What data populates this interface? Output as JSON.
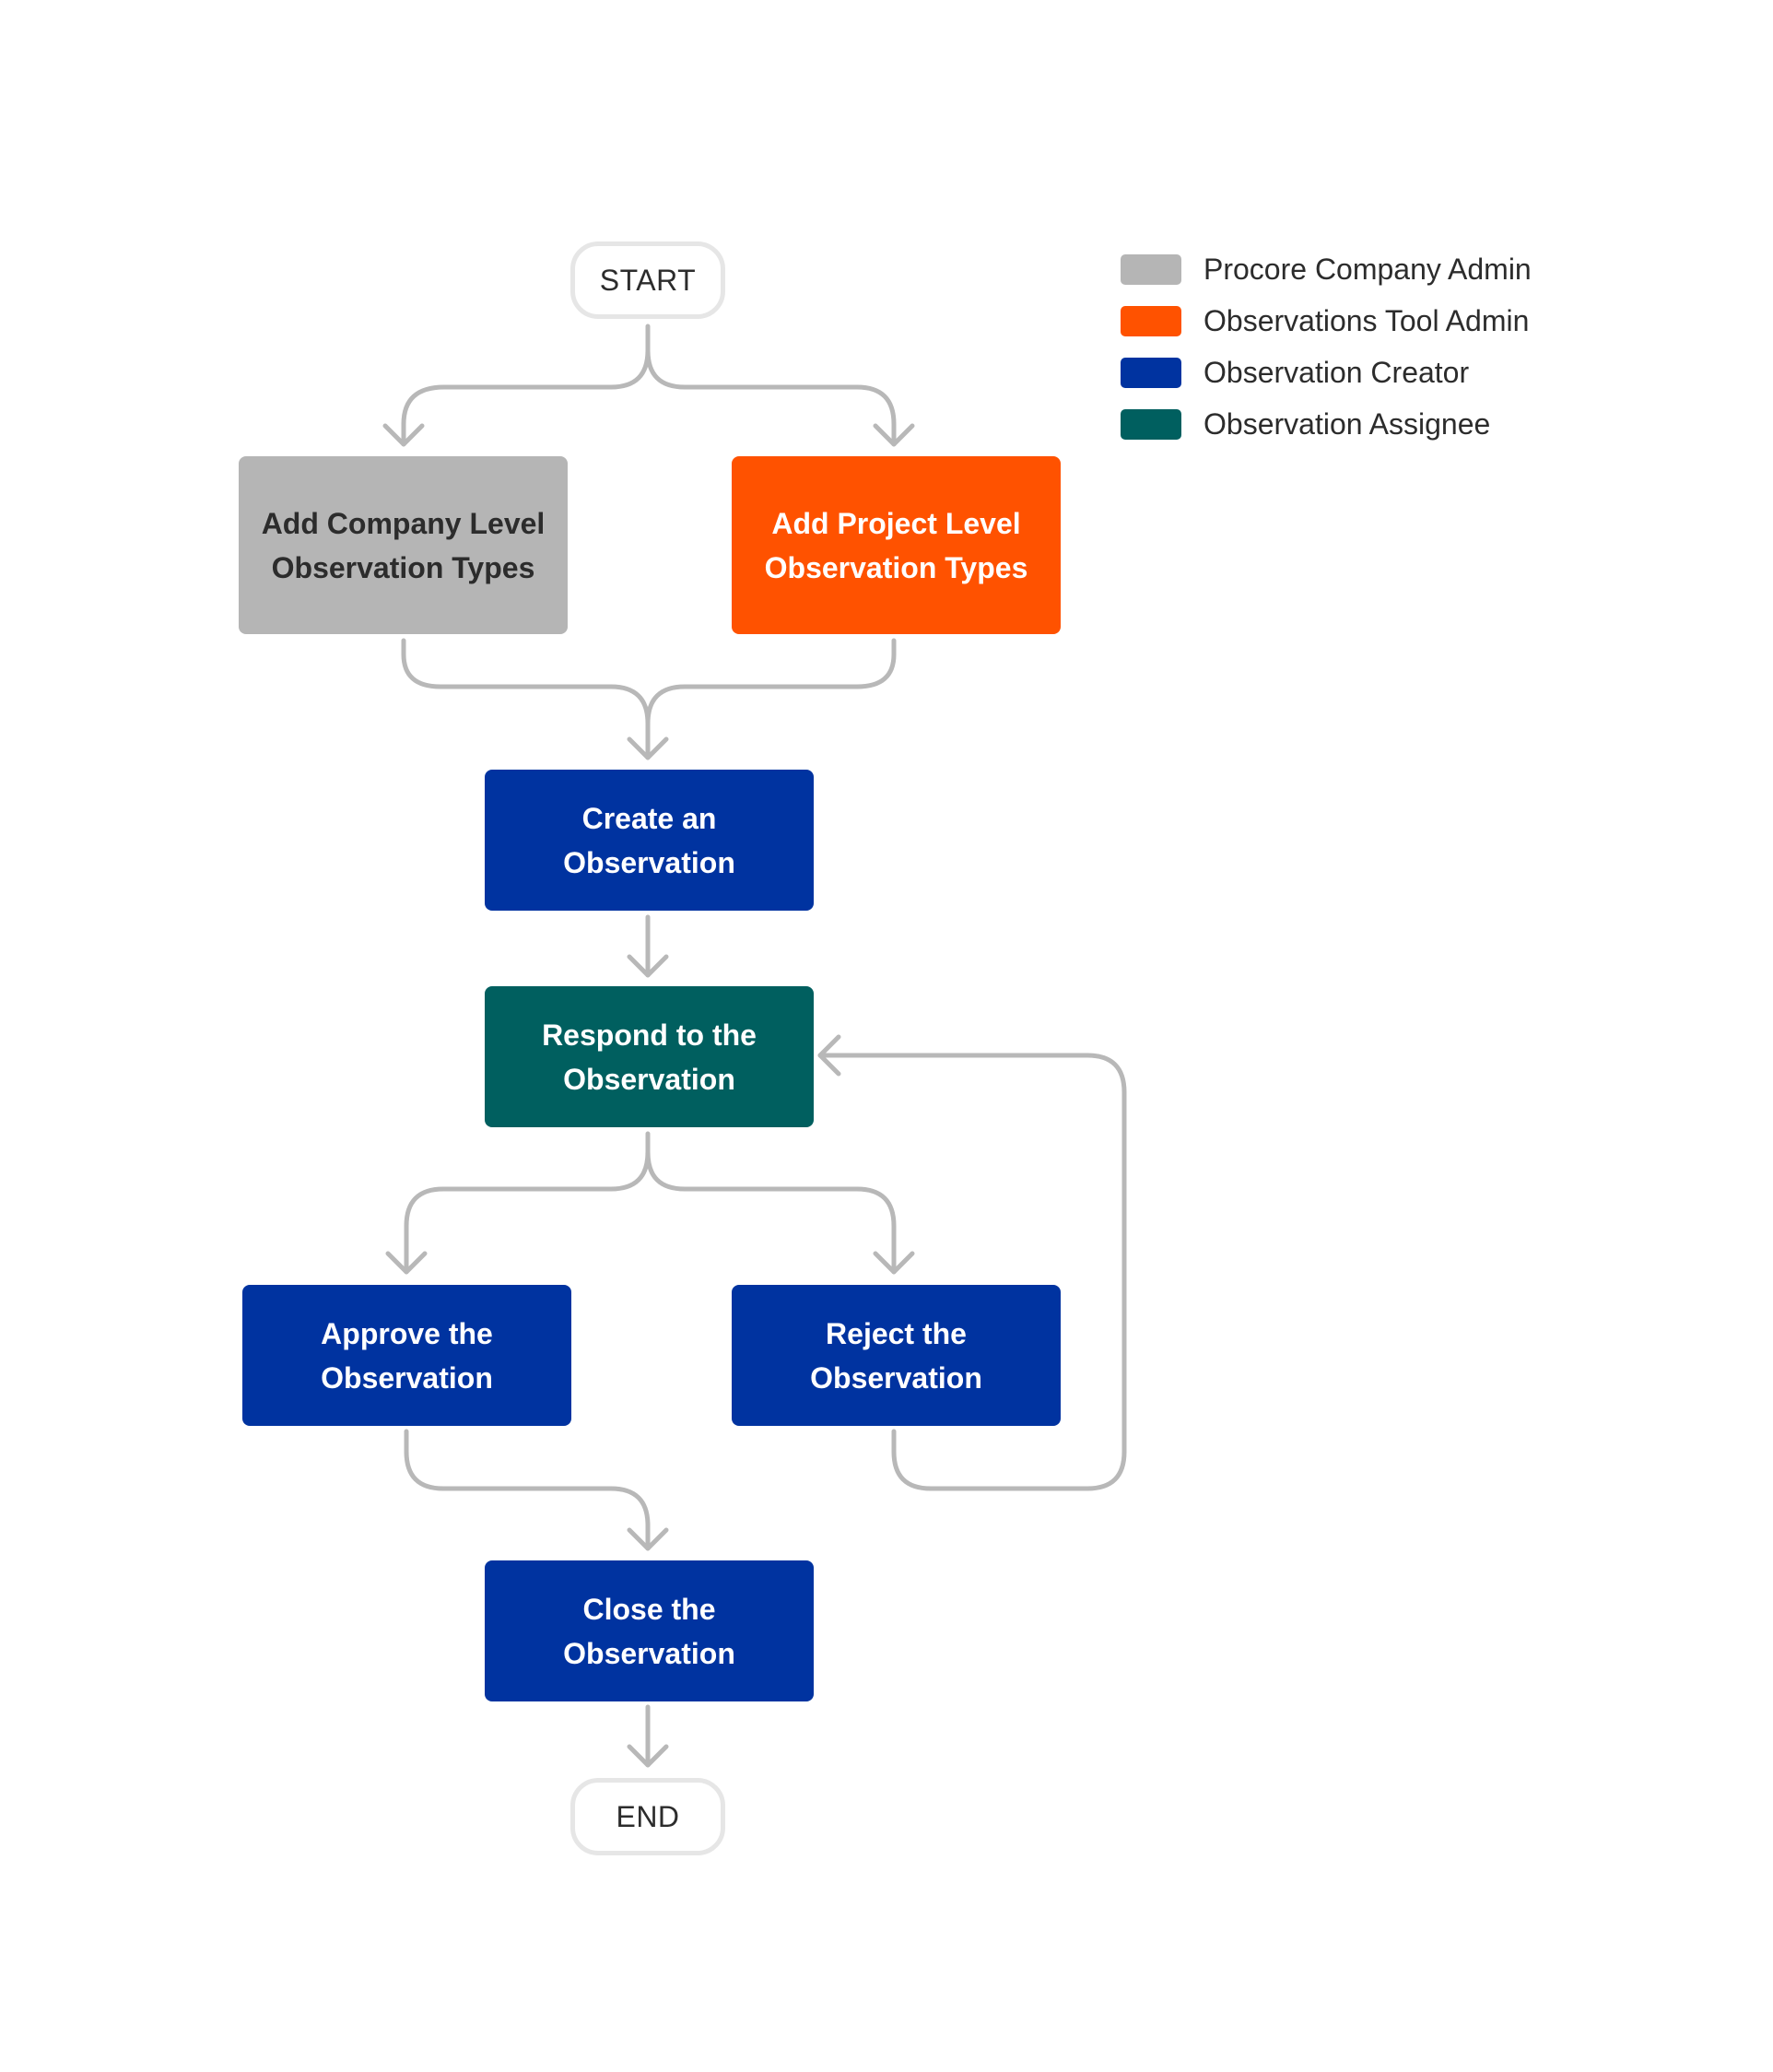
{
  "colors": {
    "company_admin": "#b5b5b5",
    "tool_admin": "#ff5200",
    "creator": "#0033a0",
    "assignee": "#005f5f",
    "connector": "#b8b8b8",
    "terminal_border": "#e6e6e6",
    "dark_text": "#2c2c2c"
  },
  "terminals": {
    "start": "START",
    "end": "END"
  },
  "nodes": {
    "company_types": {
      "line1": "Add Company Level",
      "line2": "Observation Types"
    },
    "project_types": {
      "line1": "Add Project Level",
      "line2": "Observation Types"
    },
    "create": {
      "line1": "Create an",
      "line2": "Observation"
    },
    "respond": {
      "line1": "Respond to the",
      "line2": "Observation"
    },
    "approve": {
      "line1": "Approve the",
      "line2": "Observation"
    },
    "reject": {
      "line1": "Reject the",
      "line2": "Observation"
    },
    "close": {
      "line1": "Close the",
      "line2": "Observation"
    }
  },
  "legend": [
    {
      "label": "Procore Company Admin",
      "color": "#b5b5b5"
    },
    {
      "label": "Observations Tool Admin",
      "color": "#ff5200"
    },
    {
      "label": "Observation Creator",
      "color": "#0033a0"
    },
    {
      "label": "Observation Assignee",
      "color": "#005f5f"
    }
  ]
}
